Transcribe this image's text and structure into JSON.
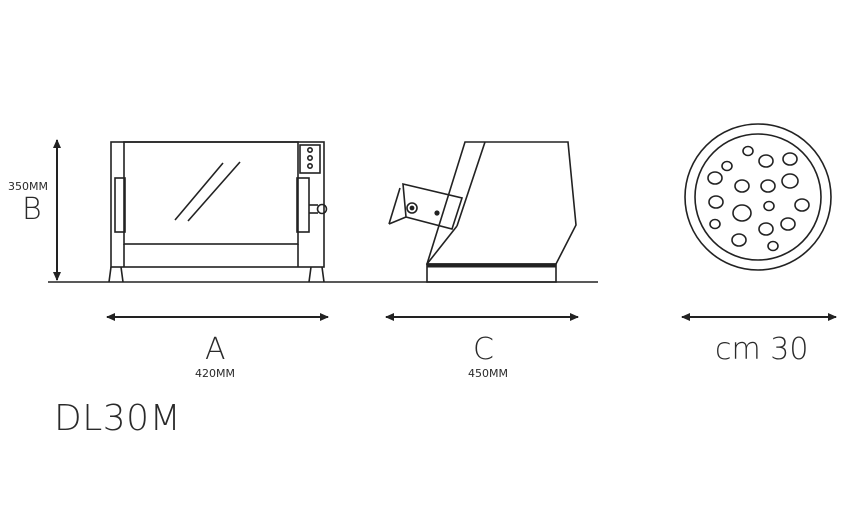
{
  "dimensions": {
    "height": {
      "letter": "B",
      "value": "350MM"
    },
    "width": {
      "letter": "A",
      "value": "420MM"
    },
    "depth": {
      "letter": "C",
      "value": "450MM"
    },
    "pizza_size": "cm 30"
  },
  "model": "DL30M",
  "colors": {
    "line": "#222222",
    "background": "#ffffff"
  }
}
